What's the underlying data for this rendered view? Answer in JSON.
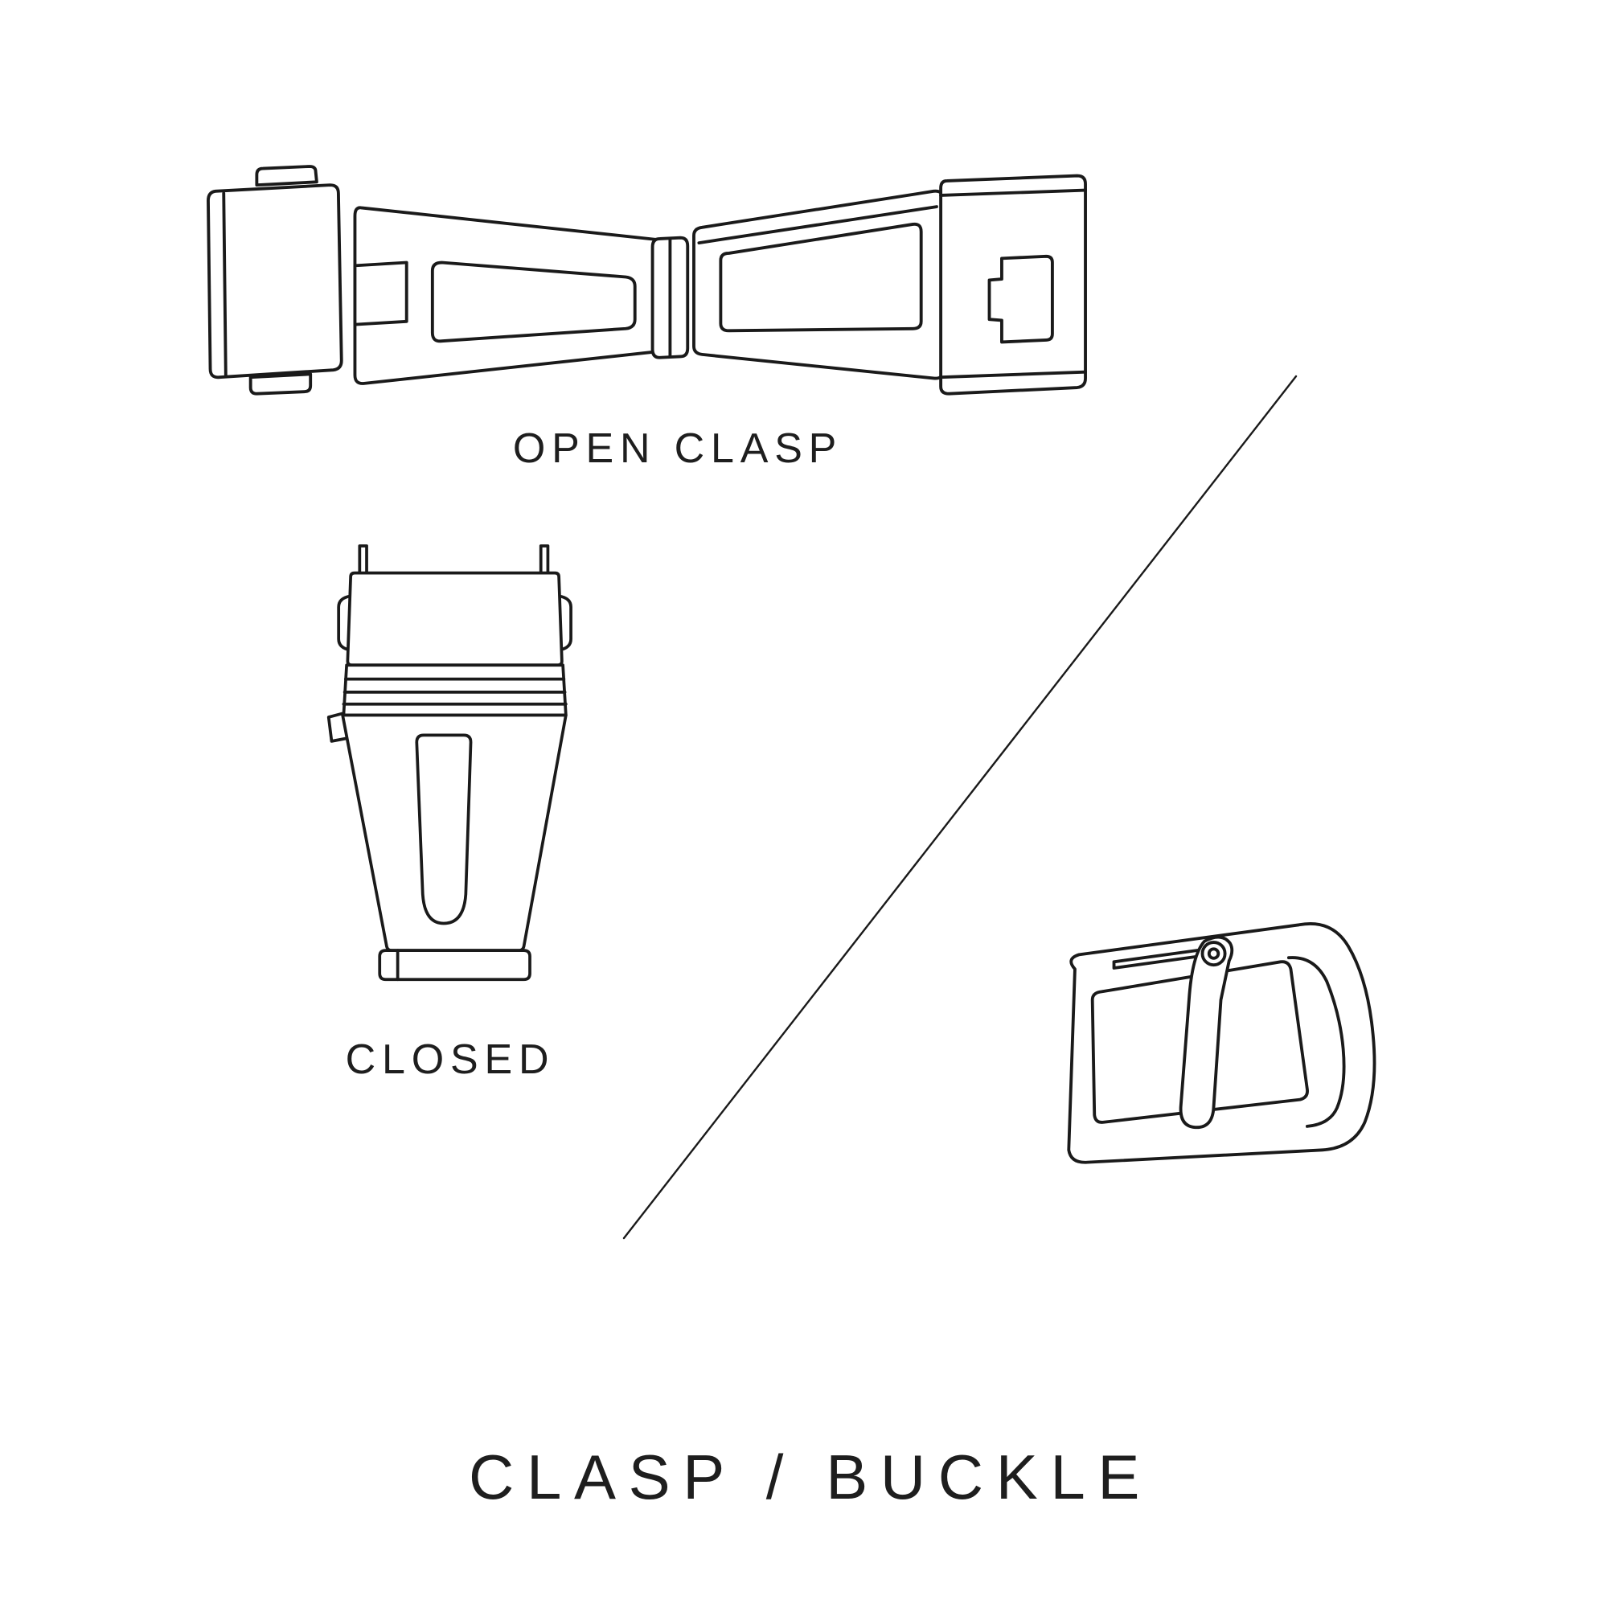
{
  "page": {
    "background": "#ffffff",
    "ink": "#1a1a1a"
  },
  "labels": {
    "open_clasp": "OPEN CLASP",
    "closed": "CLOSED",
    "title": "CLASP / BUCKLE"
  },
  "icons": {
    "open_clasp_figure": "open-clasp-line-drawing",
    "closed_clasp_figure": "closed-clasp-line-drawing",
    "buckle_figure": "tang-buckle-line-drawing",
    "divider": "diagonal-divider-line"
  }
}
